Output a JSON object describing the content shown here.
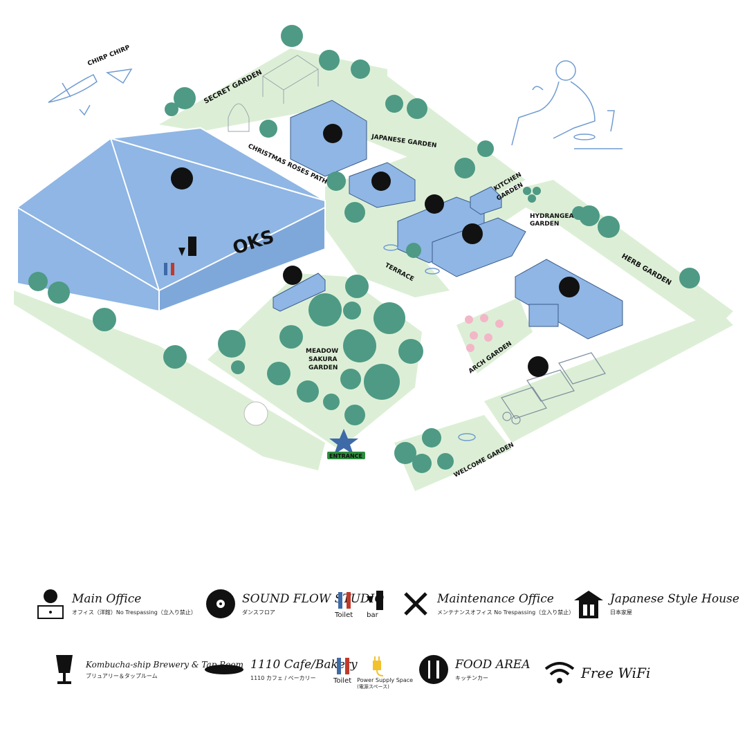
{
  "map": {
    "labels": {
      "chirp": "CHIRP CHIRP",
      "secret_garden": "SECRET GARDEN",
      "japanese_garden": "JAPANESE GARDEN",
      "christmas_roses_path": "CHRISTMAS ROSES PATH",
      "kitchen_garden_1": "KITCHEN",
      "kitchen_garden_2": "GARDEN",
      "hydrangea_garden_1": "HYDRANGEA",
      "hydrangea_garden_2": "GARDEN",
      "terrace": "TERRACE",
      "herb_garden": "HERB GARDEN",
      "meadow_1": "MEADOW",
      "meadow_2": "SAKURA",
      "meadow_3": "GARDEN",
      "arch_garden": "ARCH GARDEN",
      "welcome_garden": "WELCOME GARDEN",
      "entrance": "ENTRANCE",
      "oks": "OKS"
    },
    "colors": {
      "path": "#dcefd6",
      "building": "#8fb6e4",
      "building_line": "#ffffff",
      "tree": "#4e9a85",
      "star": "#3f6aa8"
    }
  },
  "legend": {
    "main_office": {
      "title": "Main Office",
      "sub": "オフィス（洋館）No Trespassing（立入り禁止）"
    },
    "sound_flow": {
      "title": "SOUND FLOW STUDIO",
      "sub": "ダンスフロア"
    },
    "toilet_bar": {
      "toilet": "Toilet",
      "bar": "bar"
    },
    "maintenance": {
      "title": "Maintenance Office",
      "sub": "メンテナンスオフィス No Trespassing（立入り禁止）"
    },
    "japanese_house": {
      "title": "Japanese Style House",
      "sub": "日本家屋"
    },
    "kombucha": {
      "title": "Kombucha-ship Brewery & Tap Room",
      "sub": "ブリュアリー＆タップルーム"
    },
    "cafe": {
      "title": "1110 Cafe/Bakery",
      "sub": "1110 カフェ / ベーカリー"
    },
    "toilet_power": {
      "toilet": "Toilet",
      "power": "Power Supply Space",
      "power_sub": "(電源スペース)"
    },
    "food": {
      "title": "FOOD AREA",
      "sub": "キッチンカー"
    },
    "wifi": {
      "title": "Free WiFi"
    }
  }
}
